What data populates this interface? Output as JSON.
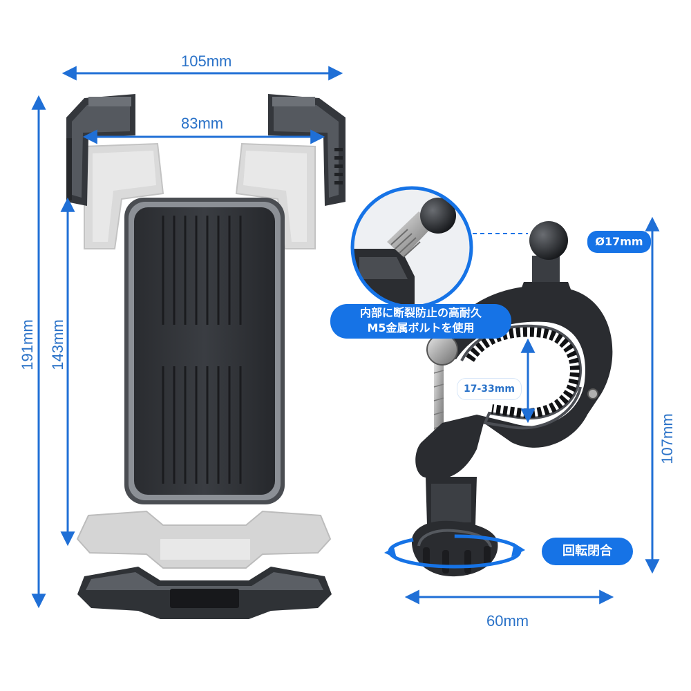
{
  "dimensions": {
    "holder_width": "105mm",
    "holder_inner_width": "83mm",
    "holder_height_max": "191mm",
    "holder_height_min": "143mm",
    "ball_diameter": "Ø17mm",
    "clamp_range": "17-33mm",
    "mount_height": "107mm",
    "mount_width": "60mm"
  },
  "callouts": {
    "bolt_line1": "内部に断裂防止の高耐久",
    "bolt_line2": "M5金属ボルトを使用",
    "rotate_lock": "回転閉合"
  },
  "colors": {
    "accent": "#1673e6",
    "dimension_text": "#2a72c8",
    "product_dark": "#2b2d31",
    "product_ghost": "#cfcfcf"
  }
}
